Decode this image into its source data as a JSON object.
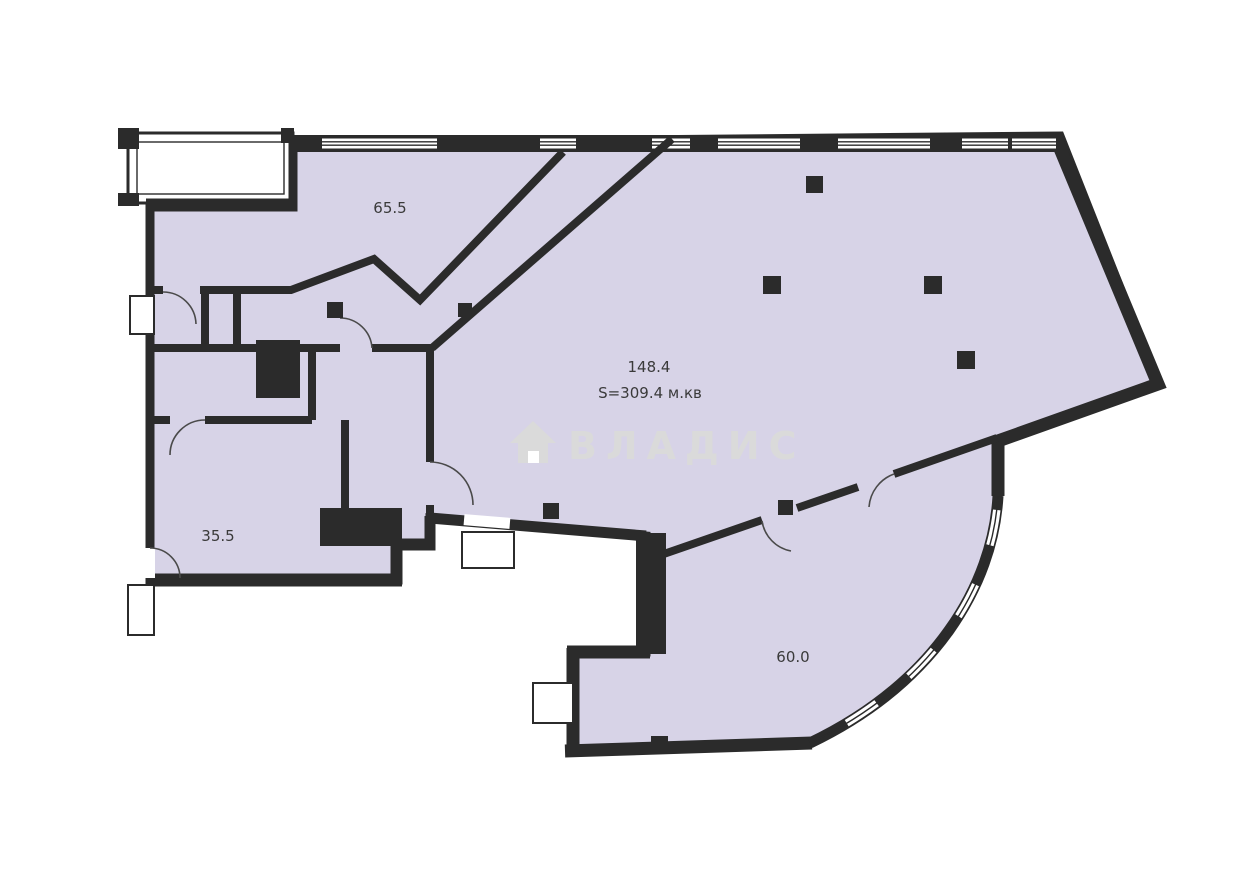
{
  "floorplan": {
    "rooms": [
      {
        "id": "room-top-left",
        "area_label": "65.5"
      },
      {
        "id": "room-main",
        "area_label": "148.4",
        "total_label": "S=309.4 м.кв"
      },
      {
        "id": "room-bottom-left",
        "area_label": "35.5"
      },
      {
        "id": "room-bottom-right",
        "area_label": "60.0"
      }
    ],
    "watermark": {
      "text": "ВЛАДИС",
      "icon": "house-icon",
      "color": "#dadada"
    },
    "colors": {
      "wall": "#2b2b2b",
      "floor_fill": "#d7d3e7",
      "background": "#ffffff",
      "label_text": "#3a3a3a",
      "watermark": "#dadada"
    }
  }
}
